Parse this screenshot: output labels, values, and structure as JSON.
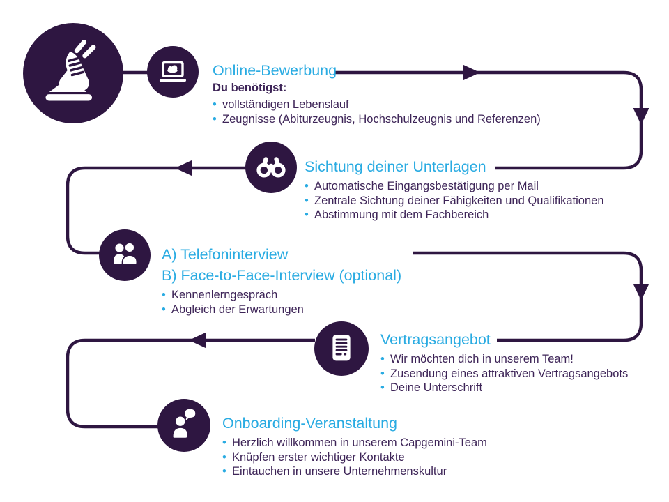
{
  "colors": {
    "circle_and_line_purple": "#2e1641",
    "body_text_purple": "#3d2457",
    "heading_cyan": "#29abe2",
    "background": "#ffffff",
    "icon_white": "#ffffff"
  },
  "start": {
    "icon": "sprint-shoe-icon"
  },
  "steps": [
    {
      "id": "online-bewerbung",
      "icon": "laptop-cloud-icon",
      "title": "Online-Bewerbung",
      "intro": "Du benötigst:",
      "bullets": [
        "vollständigen Lebenslauf",
        "Zeugnisse (Abiturzeugnis, Hochschulzeugnis und Referenzen)"
      ]
    },
    {
      "id": "sichtung-unterlagen",
      "icon": "binoculars-icon",
      "title": "Sichtung deiner Unterlagen",
      "bullets": [
        "Automatische Eingangsbestätigung per Mail",
        "Zentrale Sichtung deiner Fähigkeiten und Qualifikationen",
        "Abstimmung mit dem Fachbereich"
      ]
    },
    {
      "id": "interviews",
      "icon": "two-people-icon",
      "title_a": "A) Telefoninterview",
      "title_b": "B) Face-to-Face-Interview (optional)",
      "bullets": [
        "Kennenlerngespräch",
        "Abgleich der Erwartungen"
      ]
    },
    {
      "id": "vertragsangebot",
      "icon": "contract-document-icon",
      "title": "Vertragsangebot",
      "bullets": [
        "Wir möchten dich in unserem Team!",
        "Zusendung eines attraktiven Vertragsangebots",
        "Deine Unterschrift"
      ]
    },
    {
      "id": "onboarding",
      "icon": "person-speech-bubble-icon",
      "title": "Onboarding-Veranstaltung",
      "bullets": [
        "Herzlich willkommen in unserem Capgemini-Team",
        "Knüpfen erster wichtiger Kontakte",
        "Eintauchen in unsere Unternehmenskultur"
      ]
    }
  ]
}
